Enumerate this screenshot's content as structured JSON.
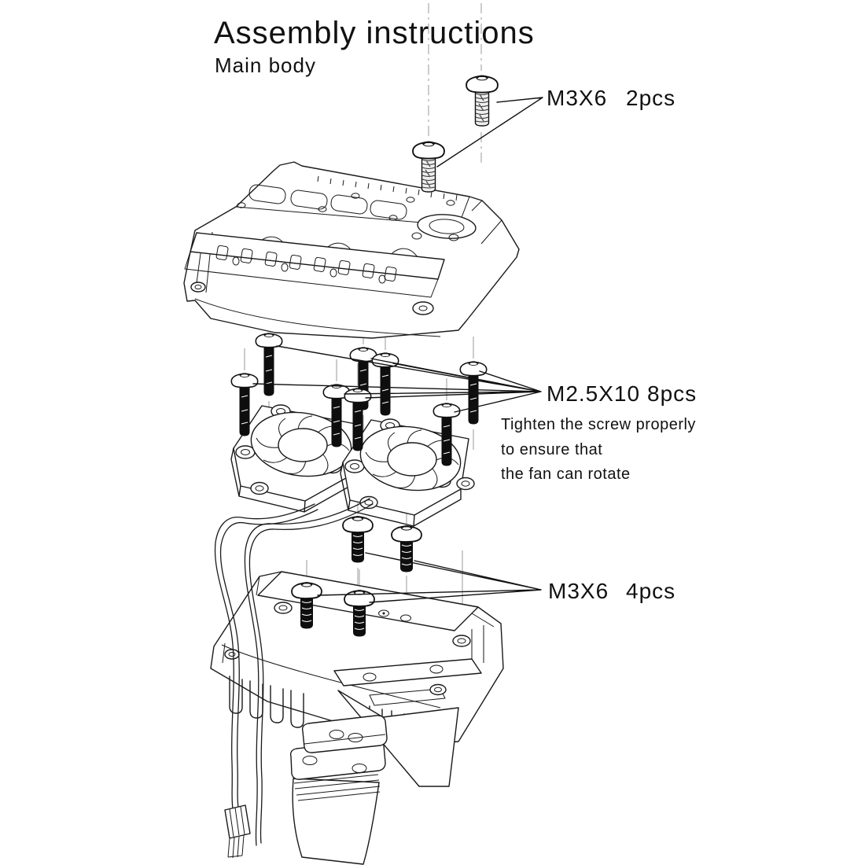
{
  "header": {
    "title": "Assembly instructions",
    "subtitle": "Main body"
  },
  "callouts": [
    {
      "label": "M3X6",
      "qty": "2pcs"
    },
    {
      "label": "M2.5X10",
      "qty": "8pcs",
      "note_lines": [
        "Tighten the screw properly",
        "to ensure that",
        "the fan can rotate"
      ]
    },
    {
      "label": "M3X6",
      "qty": "4pcs"
    }
  ],
  "colors": {
    "background": "#ffffff",
    "line": "#1a1a1a",
    "centerline": "#9a9a9a",
    "screw_shaft": "#111111",
    "text": "#111111"
  }
}
